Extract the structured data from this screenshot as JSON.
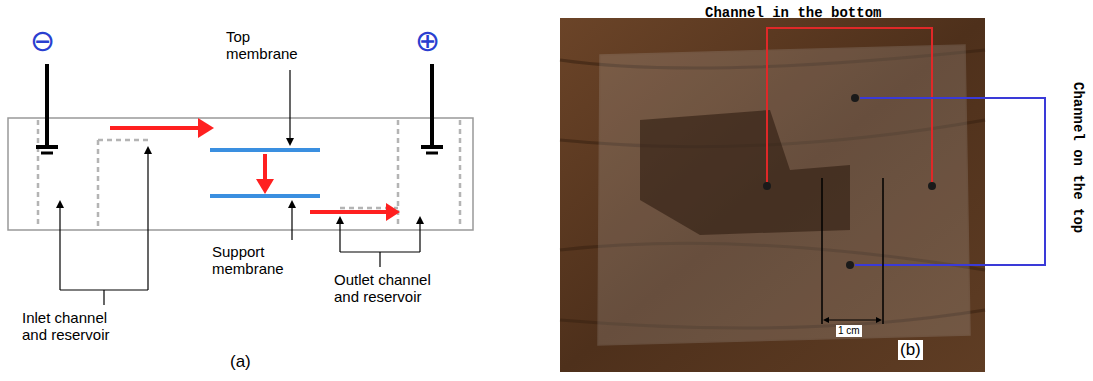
{
  "diagram": {
    "labels": [
      "⊖",
      "Top membrane",
      "⊕",
      "Support membrane",
      "Inlet channel and reservoir",
      "Outlet channel and reservoir",
      "(a)",
      "Channel in the bottom",
      "Channel on the top",
      "1 cm",
      "(b)"
    ]
  }
}
